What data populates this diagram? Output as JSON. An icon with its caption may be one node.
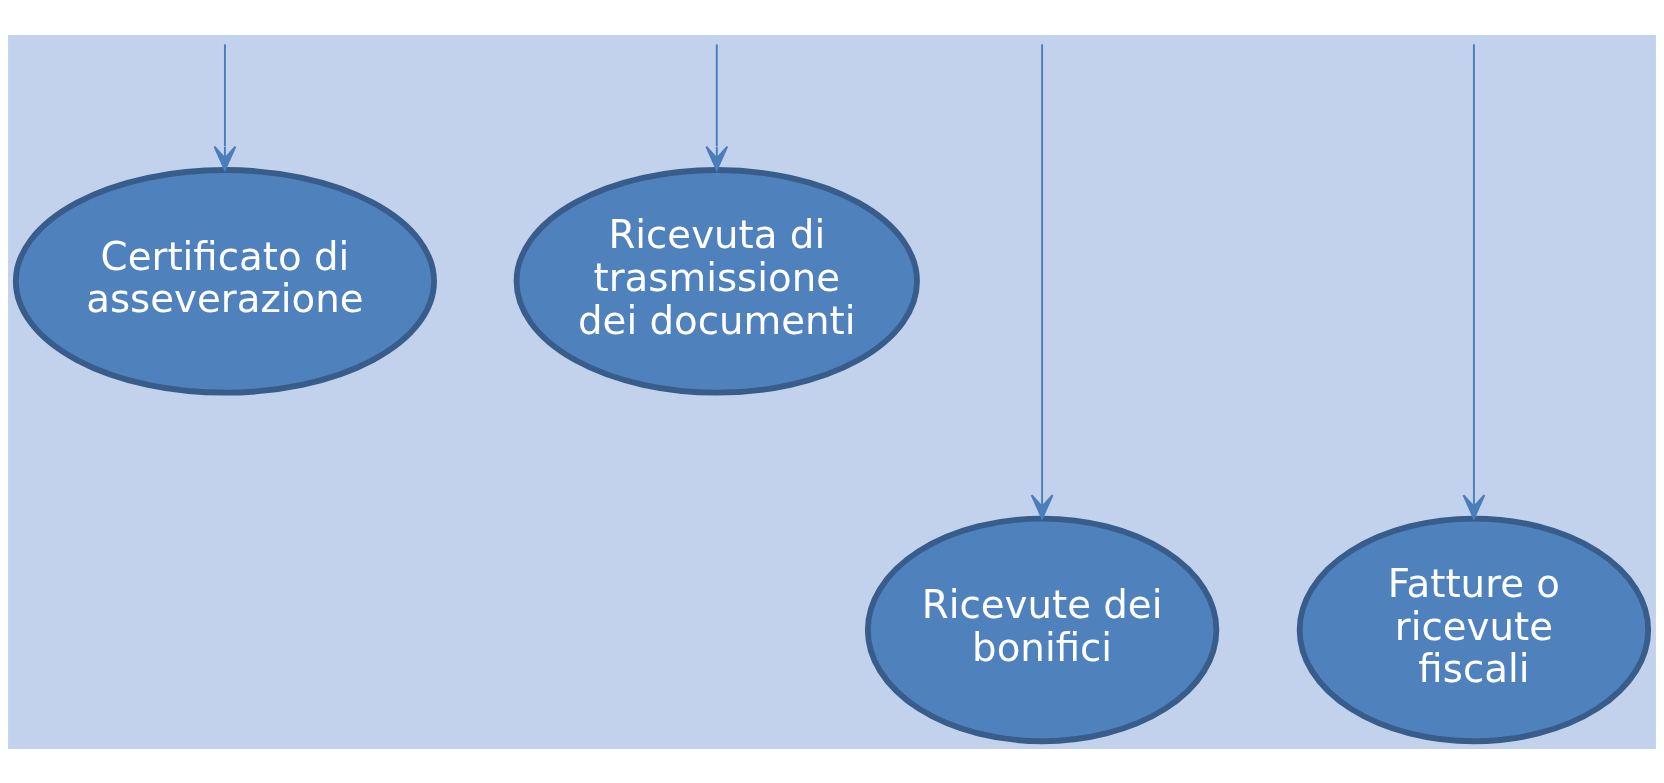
{
  "diagram": {
    "nodes": [
      {
        "text": [
          "Certificato di asseverazione"
        ]
      },
      {
        "text": [
          "Ricevuta di trasmissione dei documenti"
        ]
      },
      {
        "text": [
          "Ricevute dei bonifici"
        ]
      },
      {
        "text": [
          "Fatture o ricevute fiscali"
        ]
      }
    ],
    "edges": [
      {
        "from": null,
        "to": 0,
        "arrow": "to"
      },
      {
        "from": null,
        "to": 2,
        "arrow": "to"
      },
      {
        "from": null,
        "to": 3,
        "arrow": "to"
      },
      {
        "from": null,
        "to": 1,
        "arrow": "to"
      }
    ]
  }
}
